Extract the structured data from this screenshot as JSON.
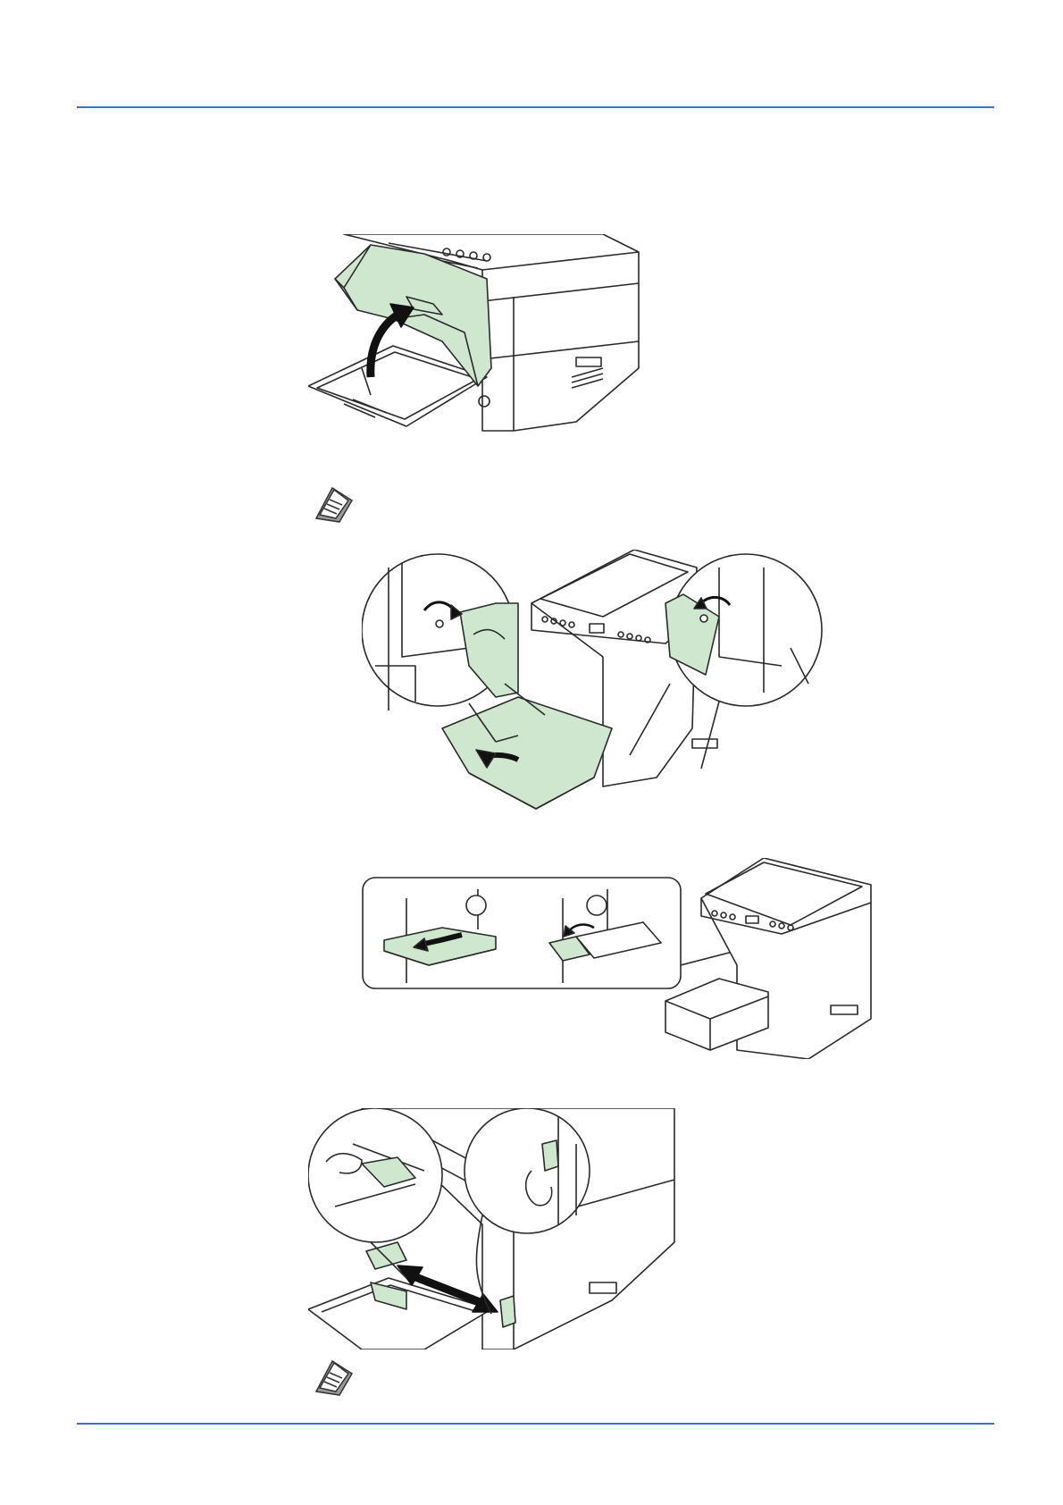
{
  "page": {
    "header_rule_color": "#3d6fd0",
    "footer_rule_color": "#3d6fd0",
    "illustration_fill": "#cfe6cf",
    "illustration_stroke": "#2a2a2a"
  },
  "figures": [
    {
      "id": "fig-1",
      "callouts": []
    },
    {
      "id": "fig-2",
      "callouts": []
    },
    {
      "id": "fig-3",
      "callouts": [
        "",
        ""
      ]
    },
    {
      "id": "fig-4",
      "callouts": []
    }
  ],
  "notes": [
    {
      "icon": "note-icon"
    },
    {
      "icon": "note-icon"
    }
  ]
}
